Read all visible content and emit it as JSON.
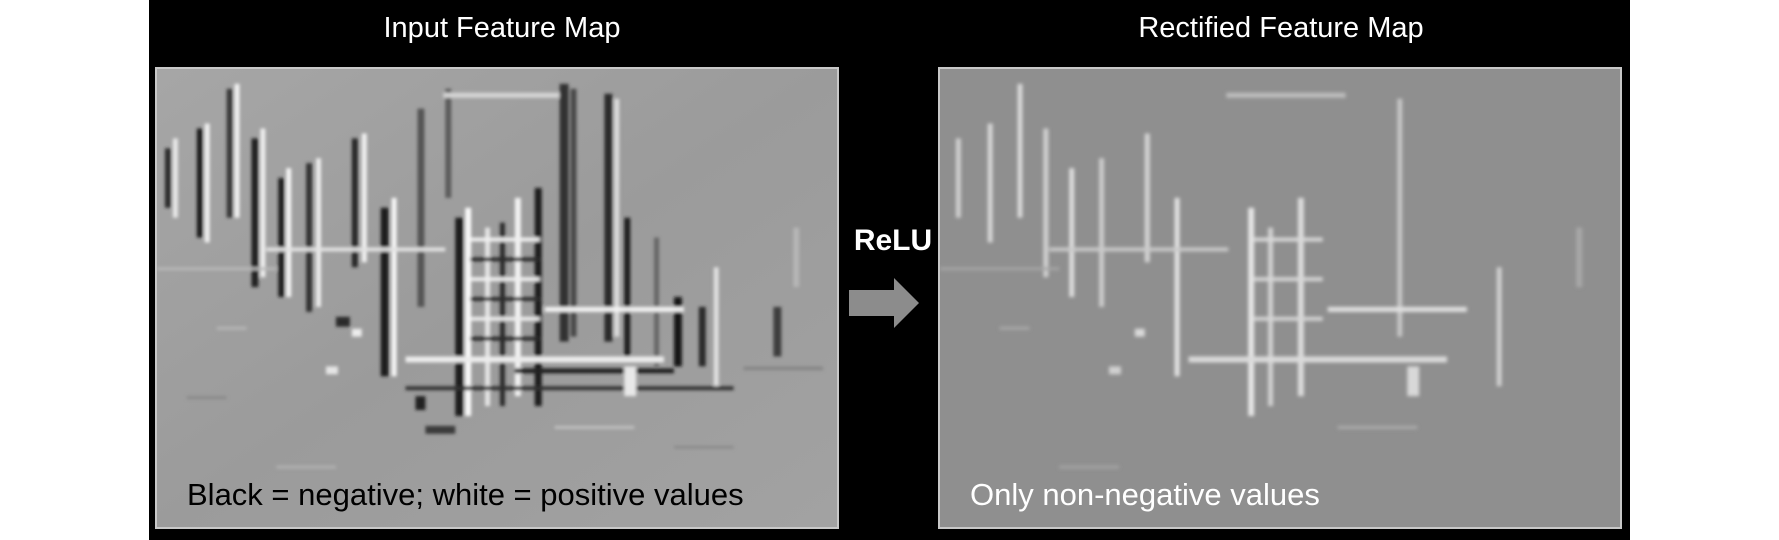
{
  "left_panel": {
    "title": "Input Feature Map",
    "caption": "Black = negative; white = positive values"
  },
  "right_panel": {
    "title": "Rectified Feature Map",
    "caption": "Only non-negative values"
  },
  "operation": {
    "label": "ReLU"
  },
  "colors": {
    "background": "#000000",
    "panel_border": "#c8c8c8",
    "arrow": "#8c8c8c",
    "title_text": "#ffffff"
  }
}
